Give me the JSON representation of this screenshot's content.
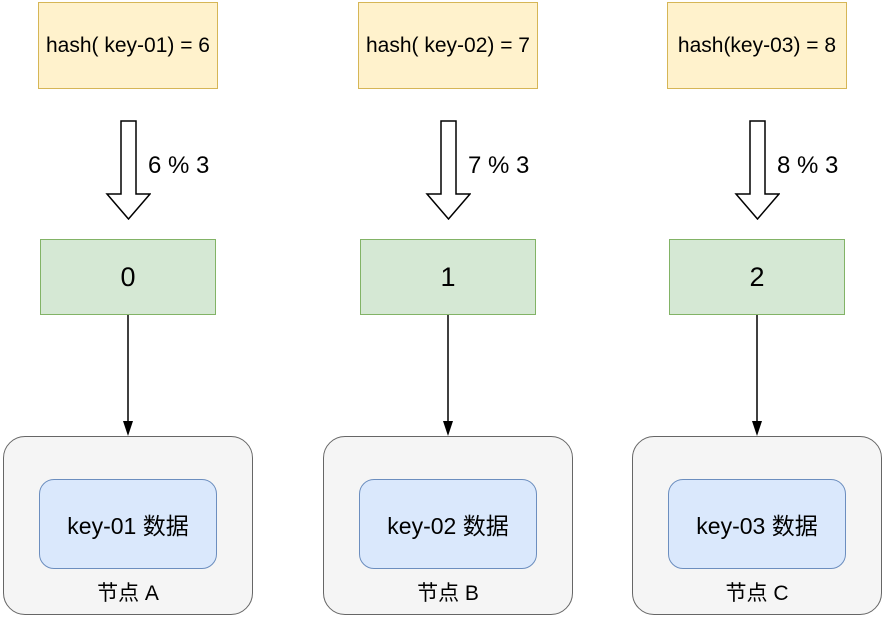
{
  "diagram": {
    "title": "hash mod-3 key distribution to nodes",
    "columns": [
      {
        "hash_label": "hash( key-01) = 6",
        "mod_label": "6 % 3",
        "slot_value": "0",
        "data_label": "key-01 数据",
        "node_label": "节点 A"
      },
      {
        "hash_label": "hash( key-02) = 7",
        "mod_label": "7 % 3",
        "slot_value": "1",
        "data_label": "key-02 数据",
        "node_label": "节点 B"
      },
      {
        "hash_label": "hash(key-03) = 8",
        "mod_label": "8 % 3",
        "slot_value": "2",
        "data_label": "key-03 数据",
        "node_label": "节点 C"
      }
    ],
    "icons": {
      "block_arrow": "block-arrow-down",
      "assign_arrow": "arrow-down"
    },
    "colors": {
      "hash_box_fill": "#FFF2CC",
      "hash_box_border": "#D6B656",
      "slot_box_fill": "#D5E8D4",
      "slot_box_border": "#82B366",
      "data_box_fill": "#DAE8FC",
      "data_box_border": "#6C8EBF",
      "node_box_fill": "#F5F5F5",
      "node_box_border": "#666666",
      "arrow_stroke": "#000000",
      "background": "#FFFFFF"
    }
  }
}
